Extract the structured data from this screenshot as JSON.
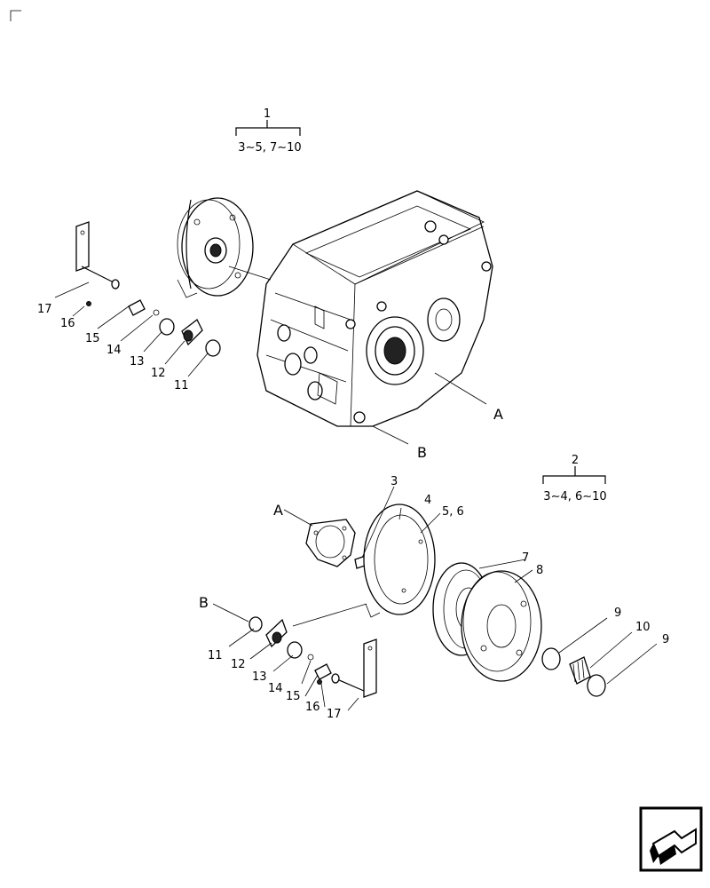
{
  "groups": {
    "g1": {
      "number": "1",
      "range": "3∼5, 7∼10"
    },
    "g2": {
      "number": "2",
      "range": "3∼4, 6∼10"
    }
  },
  "callouts": {
    "A_top": "A",
    "B_top": "B",
    "A_bottom": "A",
    "B_bottom": "B"
  },
  "parts_upper": {
    "p17": "17",
    "p16": "16",
    "p15": "15",
    "p14": "14",
    "p13": "13",
    "p12": "12",
    "p11": "11"
  },
  "parts_lower": {
    "p3": "3",
    "p4": "4",
    "p56": "5, 6",
    "p7": "7",
    "p8": "8",
    "p9a": "9",
    "p10": "10",
    "p9b": "9",
    "p11": "11",
    "p12": "12",
    "p13": "13",
    "p14": "14",
    "p15": "15",
    "p16": "16",
    "p17": "17"
  },
  "nav": {
    "icon": "arrow-nav-icon"
  }
}
